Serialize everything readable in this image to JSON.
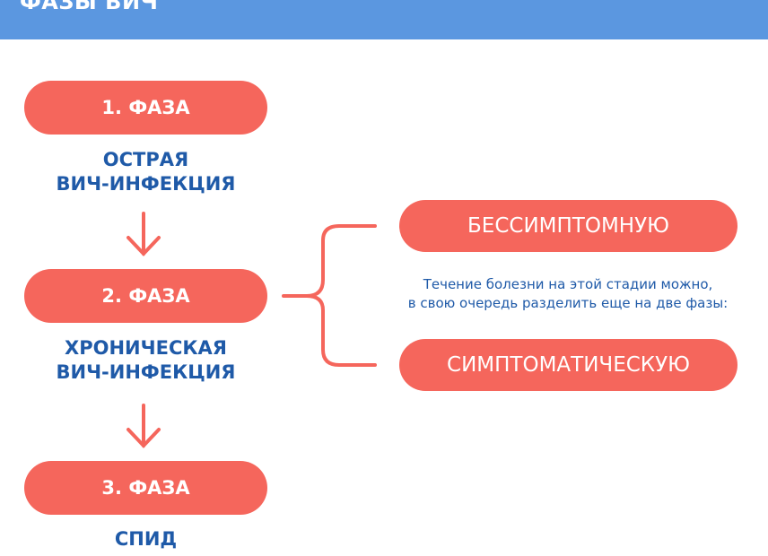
{
  "header": {
    "title": "ФАЗЫ ВИЧ"
  },
  "phases": [
    {
      "label": "1. ФАЗА",
      "name_lines": [
        "ОСТРАЯ",
        "ВИЧ-ИНФЕКЦИЯ"
      ]
    },
    {
      "label": "2. ФАЗА",
      "name_lines": [
        "ХРОНИЧЕСКАЯ",
        "ВИЧ-ИНФЕКЦИЯ"
      ]
    },
    {
      "label": "3. ФАЗА",
      "name_lines": [
        "СПИД"
      ]
    }
  ],
  "branch": {
    "options": [
      "БЕССИМПТОМНУЮ",
      "СИМПТОМАТИЧЕСКУЮ"
    ],
    "note_lines": [
      "Течение болезни на этой стадии можно,",
      "в свою очередь разделить еще на две фазы:"
    ]
  },
  "colors": {
    "header": "#5b97e0",
    "accent": "#f5665c",
    "text_blue": "#1f5aa8",
    "background": "#ffffff"
  }
}
